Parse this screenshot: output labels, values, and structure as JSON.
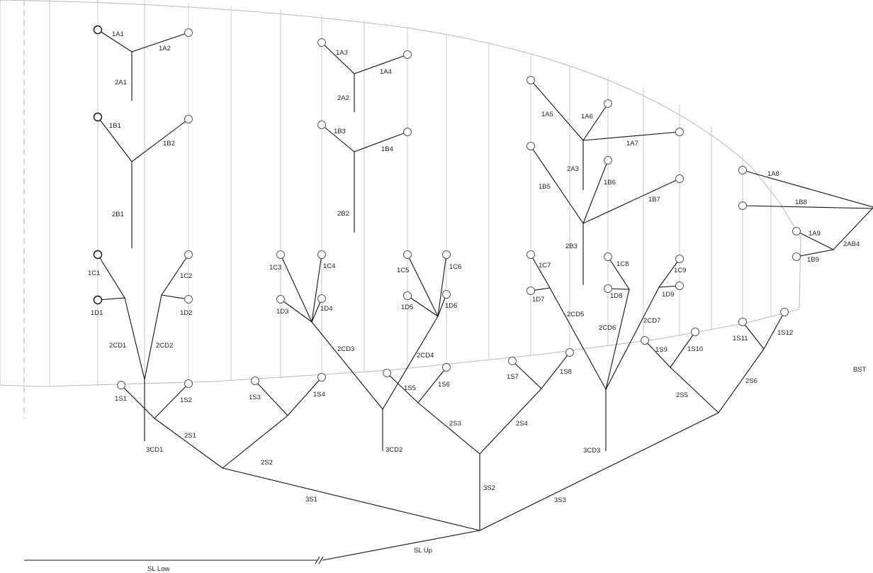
{
  "labels": {
    "1A1": "1A1",
    "1A2": "1A2",
    "2A1": "2A1",
    "1B1": "1B1",
    "1B2": "1B2",
    "2B1": "2B1",
    "1A3": "1A3",
    "1A4": "1A4",
    "2A2": "2A2",
    "1B3": "1B3",
    "1B4": "1B4",
    "2B2": "2B2",
    "1A5": "1A5",
    "1A6": "1A6",
    "1A7": "1A7",
    "2A3": "2A3",
    "1B5": "1B5",
    "1B6": "1B6",
    "1B7": "1B7",
    "2B3": "2B3",
    "1A8": "1A8",
    "1B8": "1B8",
    "1A9": "1A9",
    "1B9": "1B9",
    "2AB4": "2AB4",
    "1C1": "1C1",
    "1D1": "1D1",
    "1C2": "1C2",
    "1D2": "1D2",
    "2CD1": "2CD1",
    "2CD2": "2CD2",
    "3CD1": "3CD1",
    "1C3": "1C3",
    "1C4": "1C4",
    "1D3": "1D3",
    "1D4": "1D4",
    "2CD3": "2CD3",
    "1C5": "1C5",
    "1C6": "1C6",
    "1D5": "1D5",
    "1D6": "1D6",
    "2CD4": "2CD4",
    "3CD2": "3CD2",
    "1C7": "1C7",
    "1D7": "1D7",
    "2CD5": "2CD5",
    "1C8": "1C8",
    "1D8": "1D8",
    "2CD6": "2CD6",
    "1C9": "1C9",
    "1D9": "1D9",
    "2CD7": "2CD7",
    "3CD3": "3CD3",
    "1S1": "1S1",
    "1S2": "1S2",
    "2S1": "2S1",
    "1S3": "1S3",
    "1S4": "1S4",
    "2S2": "2S2",
    "1S5": "1S5",
    "1S6": "1S6",
    "2S3": "2S3",
    "1S7": "1S7",
    "1S8": "1S8",
    "2S4": "2S4",
    "1S9": "1S9",
    "1S10": "1S10",
    "2S5": "2S5",
    "1S11": "1S11",
    "1S12": "1S12",
    "2S6": "2S6",
    "3S1": "3S1",
    "3S2": "3S2",
    "3S3": "3S3",
    "SL_Up": "SL Up",
    "SL_Low": "SL Low",
    "BST": "BST"
  }
}
